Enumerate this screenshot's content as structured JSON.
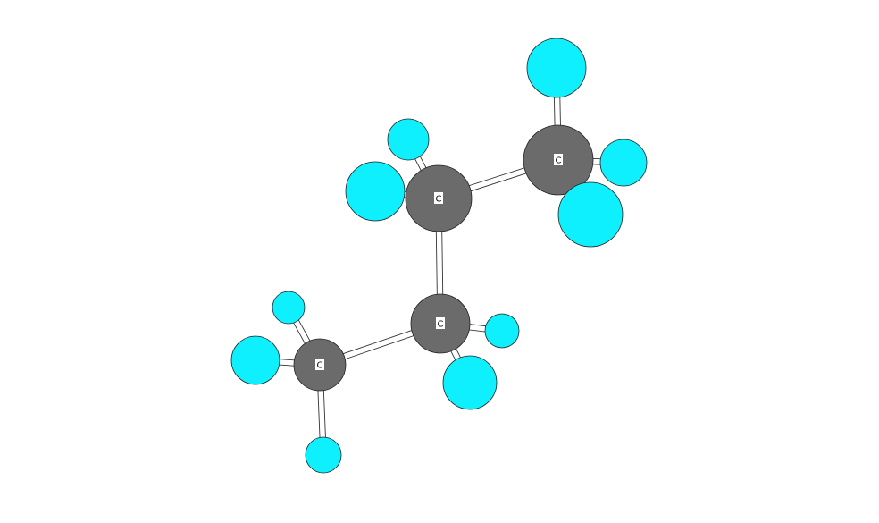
{
  "molecule": {
    "colors": {
      "background": "#ffffff",
      "carbon": "#6b6b6b",
      "hydrogen": "#0ff0ff",
      "bond_fill": "#ffffff",
      "bond_stroke": "#333333",
      "label_bg": "#ffffff",
      "label_text": "#000000"
    },
    "atoms": [
      {
        "id": "C1",
        "element": "C",
        "label": "C"
      },
      {
        "id": "C2",
        "element": "C",
        "label": "C"
      },
      {
        "id": "C3",
        "element": "C",
        "label": "C"
      },
      {
        "id": "C4",
        "element": "C",
        "label": "C"
      },
      {
        "id": "H1",
        "element": "H",
        "label": ""
      },
      {
        "id": "H2",
        "element": "H",
        "label": ""
      },
      {
        "id": "H3",
        "element": "H",
        "label": ""
      },
      {
        "id": "H4",
        "element": "H",
        "label": ""
      },
      {
        "id": "H5",
        "element": "H",
        "label": ""
      },
      {
        "id": "H6",
        "element": "H",
        "label": ""
      },
      {
        "id": "H7",
        "element": "H",
        "label": ""
      },
      {
        "id": "H8",
        "element": "H",
        "label": ""
      },
      {
        "id": "H9",
        "element": "H",
        "label": ""
      },
      {
        "id": "H10",
        "element": "H",
        "label": ""
      }
    ],
    "bonds": [
      [
        "C1",
        "C2"
      ],
      [
        "C2",
        "C3"
      ],
      [
        "C3",
        "C4"
      ],
      [
        "C1",
        "H1"
      ],
      [
        "C1",
        "H2"
      ],
      [
        "C1",
        "H3"
      ],
      [
        "C2",
        "H4"
      ],
      [
        "C2",
        "H5"
      ],
      [
        "C3",
        "H6"
      ],
      [
        "C3",
        "H7"
      ],
      [
        "C4",
        "H8"
      ],
      [
        "C4",
        "H9"
      ],
      [
        "C4",
        "H10"
      ]
    ]
  }
}
